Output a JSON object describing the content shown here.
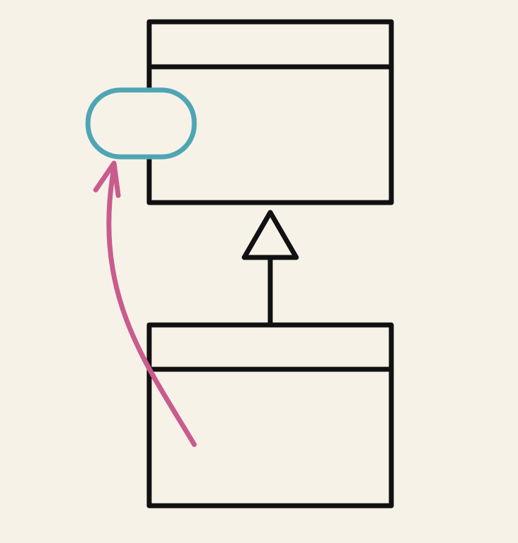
{
  "diagram": {
    "kind": "uml-class-inheritance-sketch",
    "colors": {
      "background": "#f7f2e8",
      "stroke": "#111111",
      "highlight_oval": "#4fa6b3",
      "arrow": "#c95b8d"
    },
    "nodes": [
      {
        "id": "superclass",
        "shape": "class-box",
        "compartments": 2
      },
      {
        "id": "subclass",
        "shape": "class-box",
        "compartments": 2
      },
      {
        "id": "highlight",
        "shape": "oval",
        "attached_to": "superclass"
      }
    ],
    "edges": [
      {
        "from": "subclass",
        "to": "superclass",
        "type": "generalization",
        "head": "hollow-triangle"
      },
      {
        "from": "subclass",
        "to": "highlight",
        "type": "curved-arrow"
      }
    ]
  }
}
